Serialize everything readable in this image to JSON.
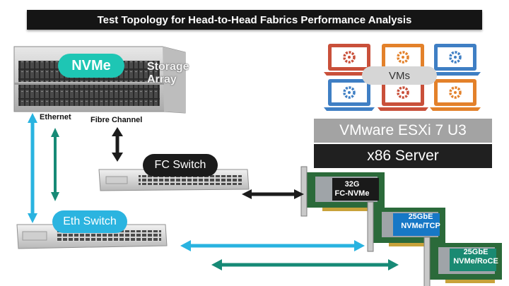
{
  "title": "Test Topology for Head-to-Head Fabrics Performance Analysis",
  "storage": {
    "protocol_label": "NVMe",
    "name_line1": "Storage",
    "name_line2": "Array",
    "port_ethernet": "Ethernet",
    "port_fc": "Fibre Channel"
  },
  "switches": {
    "fc": "FC Switch",
    "eth": "Eth Switch"
  },
  "host": {
    "vms_label": "VMs",
    "hypervisor": "VMware ESXi 7 U3",
    "server": "x86 Server",
    "vm_colors": [
      "#c9503a",
      "#e3812a",
      "#3f7fc4",
      "#3f7fc4",
      "#c9503a",
      "#e3812a"
    ]
  },
  "adapters": [
    {
      "line1": "32G",
      "line2": "FC-NVMe",
      "color": "#1a1a1a"
    },
    {
      "line1": "25GbE",
      "line2": "NVMe/TCP",
      "color": "#1778c6"
    },
    {
      "line1": "25GbE",
      "line2": "NVMe/RoCE",
      "color": "#1a8a72"
    }
  ],
  "colors": {
    "fc_link": "#1c1c1c",
    "tcp_link": "#29b3e0",
    "roce_link": "#178a76"
  }
}
